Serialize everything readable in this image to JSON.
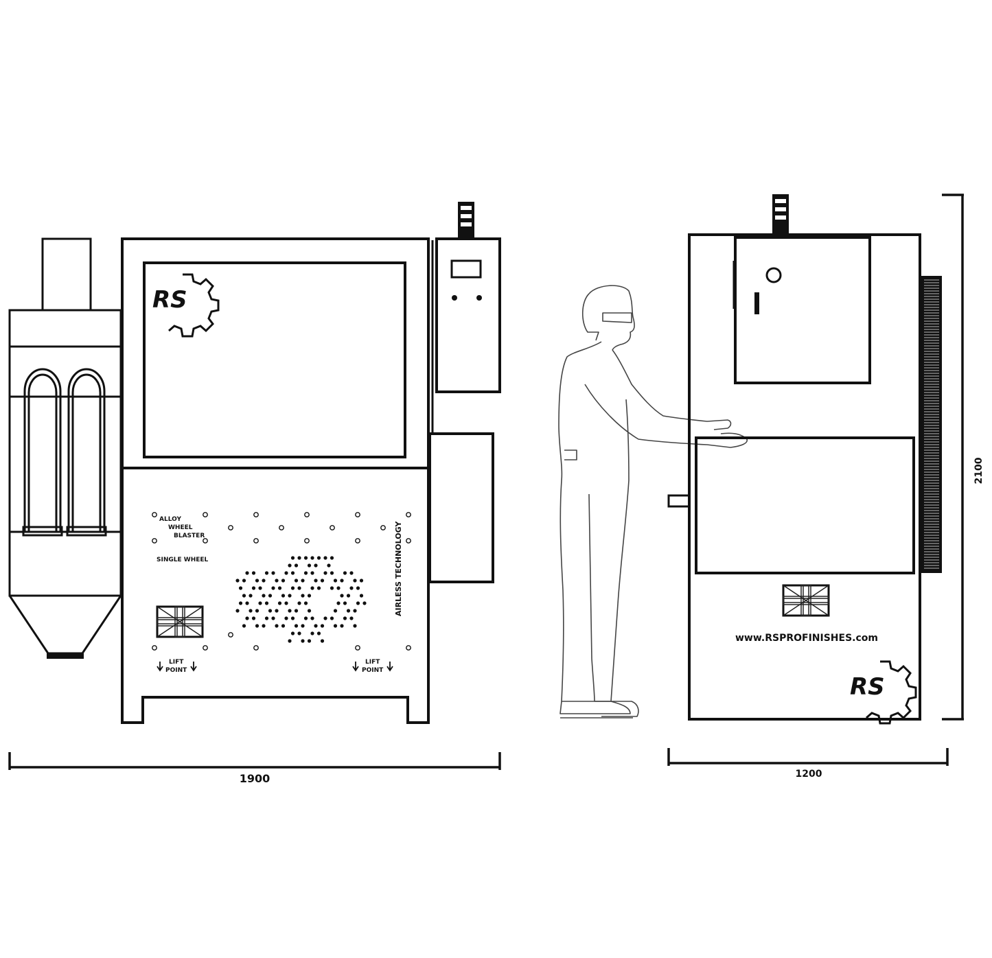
{
  "front_view": {
    "logo_text": "RS",
    "product_name": [
      "ALLOY",
      "WHEEL",
      "BLASTER"
    ],
    "model": "SINGLE WHEEL",
    "side_text": "AIRLESS TECHNOLOGY",
    "lift_point_left": [
      "LIFT",
      "POINT"
    ],
    "lift_point_right": [
      "LIFT",
      "POINT"
    ],
    "width_dimension": "1900"
  },
  "side_view": {
    "website": "www.RSPROFINISHES.com",
    "logo_text": "RS",
    "depth_dimension": "1200",
    "height_dimension": "2100"
  },
  "icons": [
    "union-jack-flag-icon",
    "rs-gear-logo-icon",
    "indicator-light-tower-icon"
  ],
  "colors": {
    "line": "#111111",
    "background": "#ffffff"
  }
}
